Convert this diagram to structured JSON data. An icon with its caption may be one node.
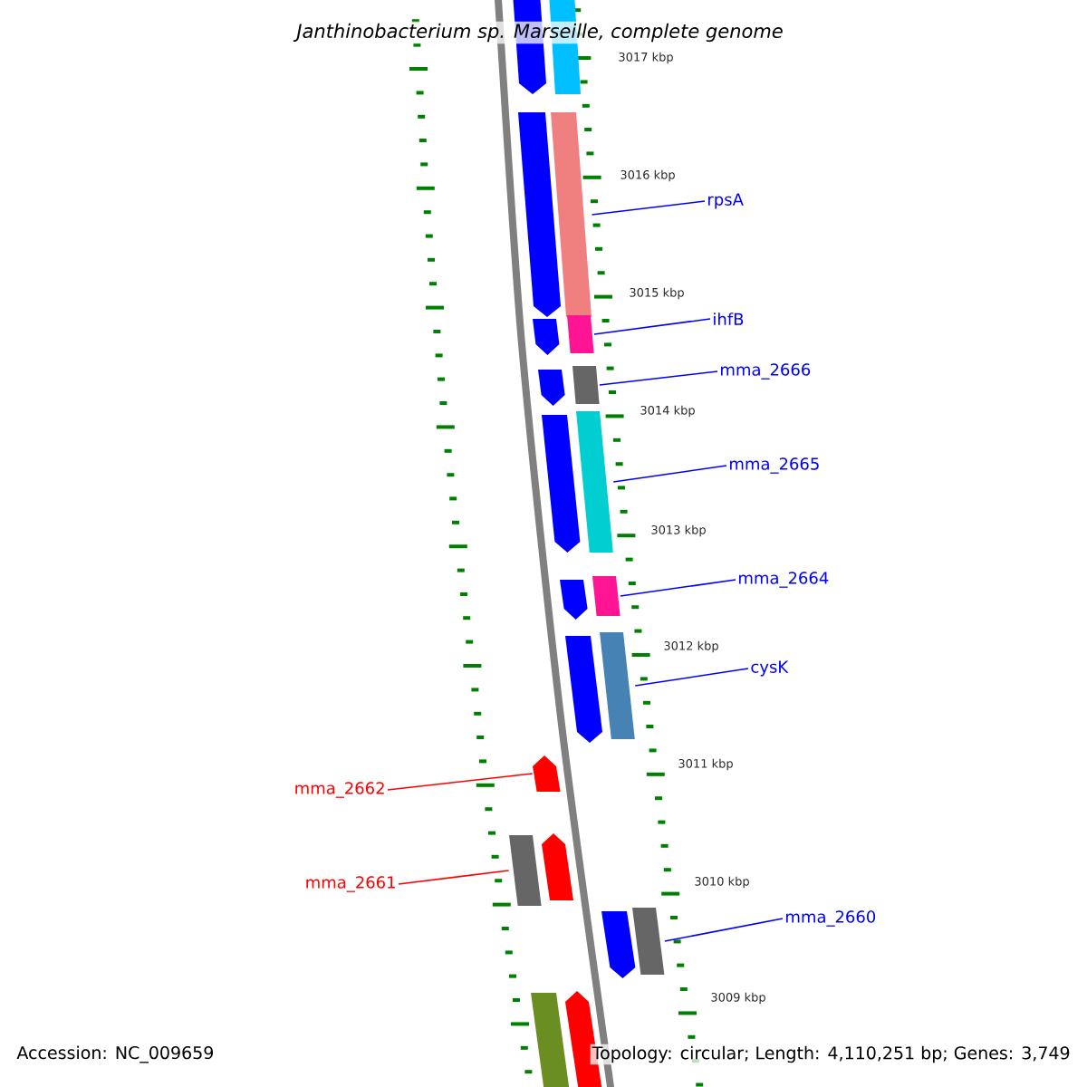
{
  "diagram": {
    "title": "Janthinobacterium sp. Marseille, complete genome",
    "nodes": [
      {
        "text": [],
        "shape": "bar"
      },
      {
        "text": [],
        "shape": "bar"
      },
      {
        "text": [],
        "shape": "bar"
      },
      {
        "text": [],
        "shape": "bar"
      },
      {
        "text": [],
        "shape": "bar"
      },
      {
        "text": [],
        "shape": "bar"
      },
      {
        "text": [],
        "shape": "bar"
      },
      {
        "text": [],
        "shape": "bar"
      },
      {
        "text": [],
        "shape": "bar"
      },
      {
        "text": [],
        "shape": "bar"
      },
      {
        "text": [],
        "shape": "bar"
      },
      {
        "text": [],
        "shape": "bar"
      },
      {
        "text": [],
        "shape": "bar"
      },
      {
        "text": [],
        "shape": "bar"
      },
      {
        "text": [],
        "shape": "bar"
      },
      {
        "text": [],
        "shape": "bar"
      },
      {
        "text": [],
        "shape": "bar"
      },
      {
        "text": [],
        "shape": "bar"
      },
      {
        "text": [],
        "shape": "bar"
      },
      {
        "text": [],
        "shape": "bar"
      },
      {
        "text": [],
        "shape": "bar"
      },
      {
        "text": [
          "rpsA"
        ]
      },
      {
        "text": [
          "ihfB"
        ]
      },
      {
        "text": [
          "mma_2666"
        ]
      },
      {
        "text": [
          "mma_2665"
        ]
      },
      {
        "text": [
          "mma_2664"
        ]
      },
      {
        "text": [
          "cysK"
        ]
      },
      {
        "text": [
          "mma_2662"
        ]
      },
      {
        "text": [
          "mma_2661"
        ]
      },
      {
        "text": [
          "mma_2660"
        ]
      }
    ],
    "edges": [
      {
        "from": 21,
        "to": 3,
        "arrow": "none"
      },
      {
        "from": 22,
        "to": 5,
        "arrow": "none"
      },
      {
        "from": 23,
        "to": 7,
        "arrow": "none"
      },
      {
        "from": 24,
        "to": 9,
        "arrow": "none"
      },
      {
        "from": 25,
        "to": 11,
        "arrow": "none"
      },
      {
        "from": 26,
        "to": 13,
        "arrow": "none"
      },
      {
        "from": 27,
        "to": 14,
        "arrow": "none",
        "color": "#ff0000"
      },
      {
        "from": 28,
        "to": 15,
        "arrow": "none",
        "color": "#ff0000"
      },
      {
        "from": 29,
        "to": 18,
        "arrow": "none"
      }
    ],
    "labels": [
      "3017 kbp",
      "3016 kbp",
      "3015 kbp",
      "3014 kbp",
      "3013 kbp",
      "3012 kbp",
      "3011 kbp",
      "3010 kbp",
      "3009 kbp",
      "Accession: NC_009659",
      "Topology: circular; Length: 4,110,251 bp; Genes: 3,749"
    ]
  }
}
